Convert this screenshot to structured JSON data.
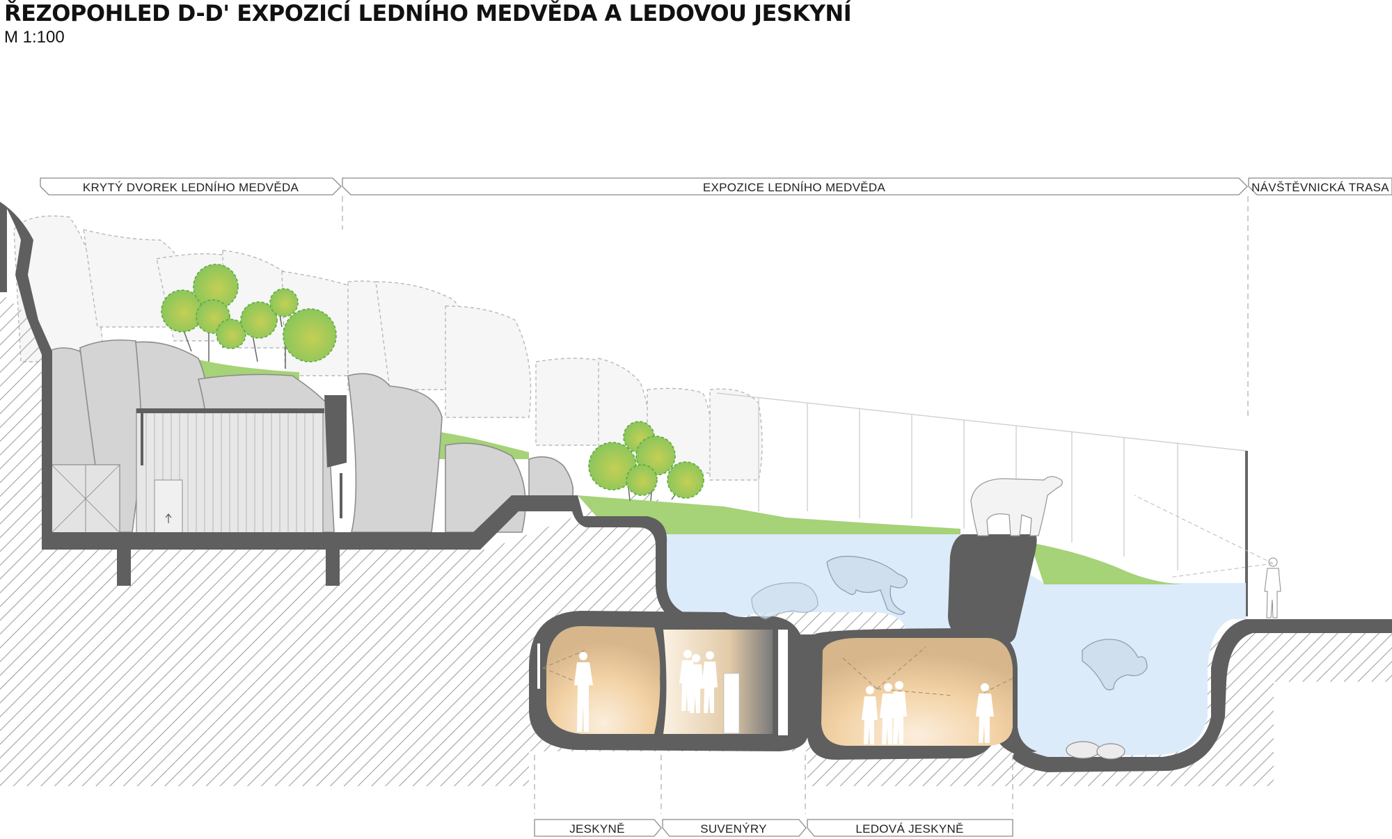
{
  "title": "ŘEZOPOHLED D-D' EXPOZICÍ LEDNÍHO MEDVĚDA A LEDOVOU JESKYNÍ",
  "scale": "M 1:100",
  "zones_top": [
    {
      "label": "KRYTÝ DVOREK LEDNÍHO MEDVĚDA"
    },
    {
      "label": "EXPOZICE LEDNÍHO MEDVĚDA"
    },
    {
      "label": "NÁVŠTĚVNICKÁ TRASA"
    }
  ],
  "zones_bottom": [
    {
      "label": "JESKYNĚ"
    },
    {
      "label": "SUVENÝRY"
    },
    {
      "label": "LEDOVÁ JESKYNĚ"
    }
  ],
  "colors": {
    "structure": "#5f5f5f",
    "rock": "#d2d2d2",
    "rock_outline": "#8c8c8c",
    "water": "#dcebfa",
    "grass": "#9fcf6f",
    "tree": "#8fc851",
    "cave_light": "#f2d4a8",
    "hatch": "#9a9a9a"
  }
}
